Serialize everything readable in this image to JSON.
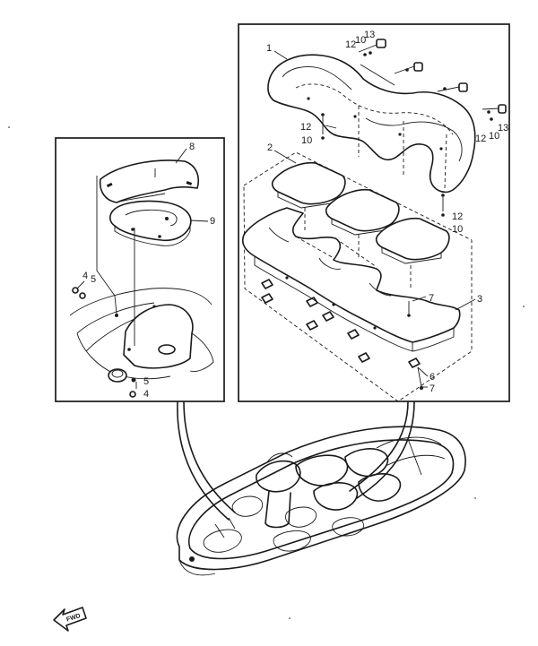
{
  "callouts": {
    "c1": "1",
    "c2": "2",
    "c3": "3",
    "c4a": "4",
    "c4b": "4",
    "c5a": "5",
    "c5b": "5",
    "c6": "6",
    "c7a": "7",
    "c7b": "7",
    "c8": "8",
    "c9": "9",
    "c10a": "10",
    "c10b": "10",
    "c10c": "10",
    "c10d": "10",
    "c12a": "12",
    "c12b": "12",
    "c12c": "12",
    "c12d": "12",
    "c13a": "13",
    "c13b": "13"
  },
  "fwd_label": "FWD",
  "colors": {
    "ink": "#1a1a1a",
    "paper": "#ffffff"
  }
}
